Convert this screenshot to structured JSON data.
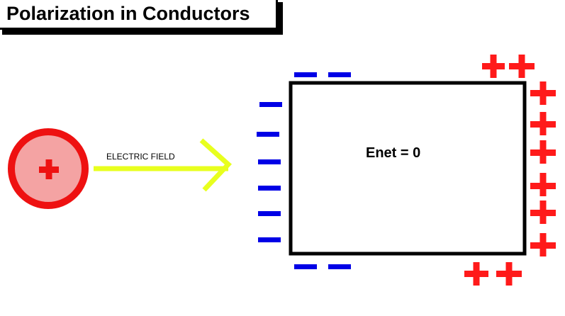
{
  "title": "Polarization in Conductors",
  "source_charge": {
    "symbol": "+"
  },
  "field_label": "ELECTRIC FIELD",
  "net_field_label": "Enet = 0",
  "induced_charges": {
    "negative_symbol": "−",
    "positive_symbol": "+"
  },
  "colors": {
    "negative": "#0000e6",
    "positive": "#ff1a1a",
    "field_arrow": "#e8ff1e",
    "charge_fill": "#f4a3a3",
    "charge_ring": "#ee1111",
    "outline": "#000000"
  }
}
